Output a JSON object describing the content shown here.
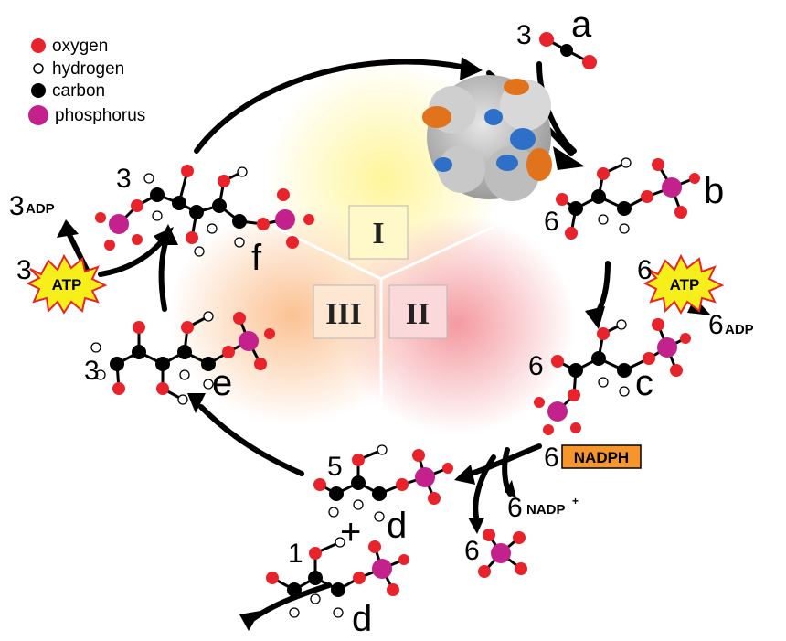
{
  "legend": {
    "items": [
      {
        "label": "oxygen",
        "color": "#e8232b"
      },
      {
        "label": "hydrogen",
        "color": "#ffffff"
      },
      {
        "label": "carbon",
        "color": "#000000"
      },
      {
        "label": "phosphorus",
        "color": "#c3218b"
      }
    ]
  },
  "stages": {
    "one": "I",
    "two": "II",
    "three": "III"
  },
  "labels": {
    "a": "a",
    "b": "b",
    "c": "c",
    "d_top": "d",
    "d_bottom": "d",
    "e": "e",
    "f": "f",
    "plus": "+"
  },
  "coefficients": {
    "a": "3",
    "b": "6",
    "c": "6",
    "d5": "5",
    "d1": "1",
    "pi": "6",
    "e": "3",
    "f": "3",
    "atp_in_stage2": "6",
    "adp_out_stage2": "6",
    "nadph_in": "6",
    "nadp_out": "6",
    "atp_in_stage3": "3",
    "adp_out_stage3": "3"
  },
  "cofactors": {
    "atp": "ATP",
    "adp": "ADP",
    "nadph": "NADPH",
    "nadp": "NADP",
    "nadp_charge": "+"
  },
  "colors": {
    "oxygen": "#e8232b",
    "carbon": "#000000",
    "hydrogen": "#ffffff",
    "phosphorus": "#c3218b",
    "atp_burst": "#f7ef1a",
    "atp_burst_edge": "#e8232b",
    "nadph_box": "#f6952b",
    "sector_one": "#fff49a",
    "sector_two": "#f6b0b3",
    "sector_three": "#fbd0a8"
  }
}
